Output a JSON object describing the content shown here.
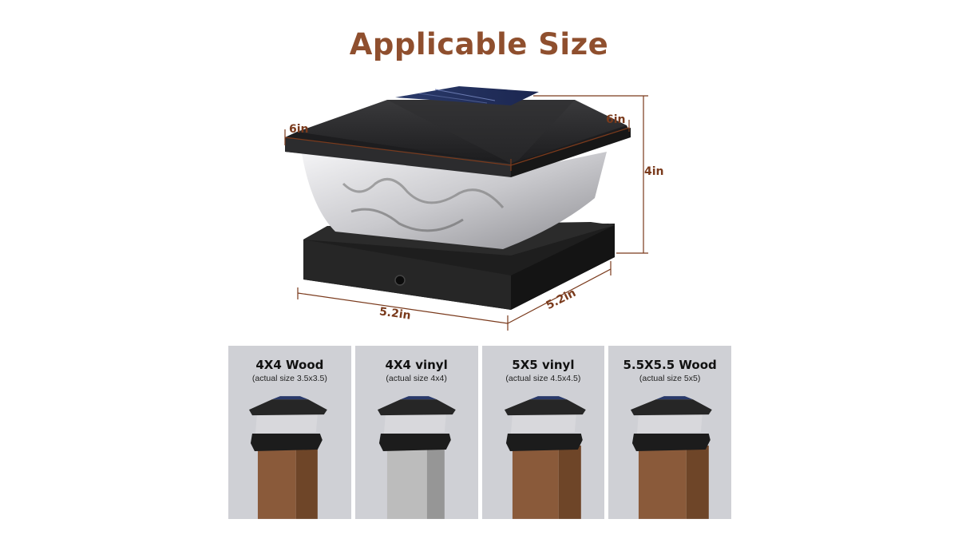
{
  "title": "Applicable Size",
  "colors": {
    "title": "#8f4f2e",
    "dimension_line": "#7a3a1c",
    "dimension_text": "#7a3a1c",
    "panel_bg": "#cfd0d5",
    "lamp_body": "#222222",
    "wood_post": "#8a5a3a",
    "vinyl_post": "#b8b8b8"
  },
  "dimensions": {
    "top_left": "6in",
    "top_right": "6in",
    "height": "4in",
    "base_left": "5.2in",
    "base_right": "5.2in"
  },
  "panels": [
    {
      "title": "4X4 Wood",
      "subtitle": "(actual size 3.5x3.5)",
      "post": "wood"
    },
    {
      "title": "4X4 vinyl",
      "subtitle": "(actual size 4x4)",
      "post": "vinyl"
    },
    {
      "title": "5X5 vinyl",
      "subtitle": "(actual size 4.5x4.5)",
      "post": "wood"
    },
    {
      "title": "5.5X5.5 Wood",
      "subtitle": "(actual size 5x5)",
      "post": "wood"
    }
  ]
}
